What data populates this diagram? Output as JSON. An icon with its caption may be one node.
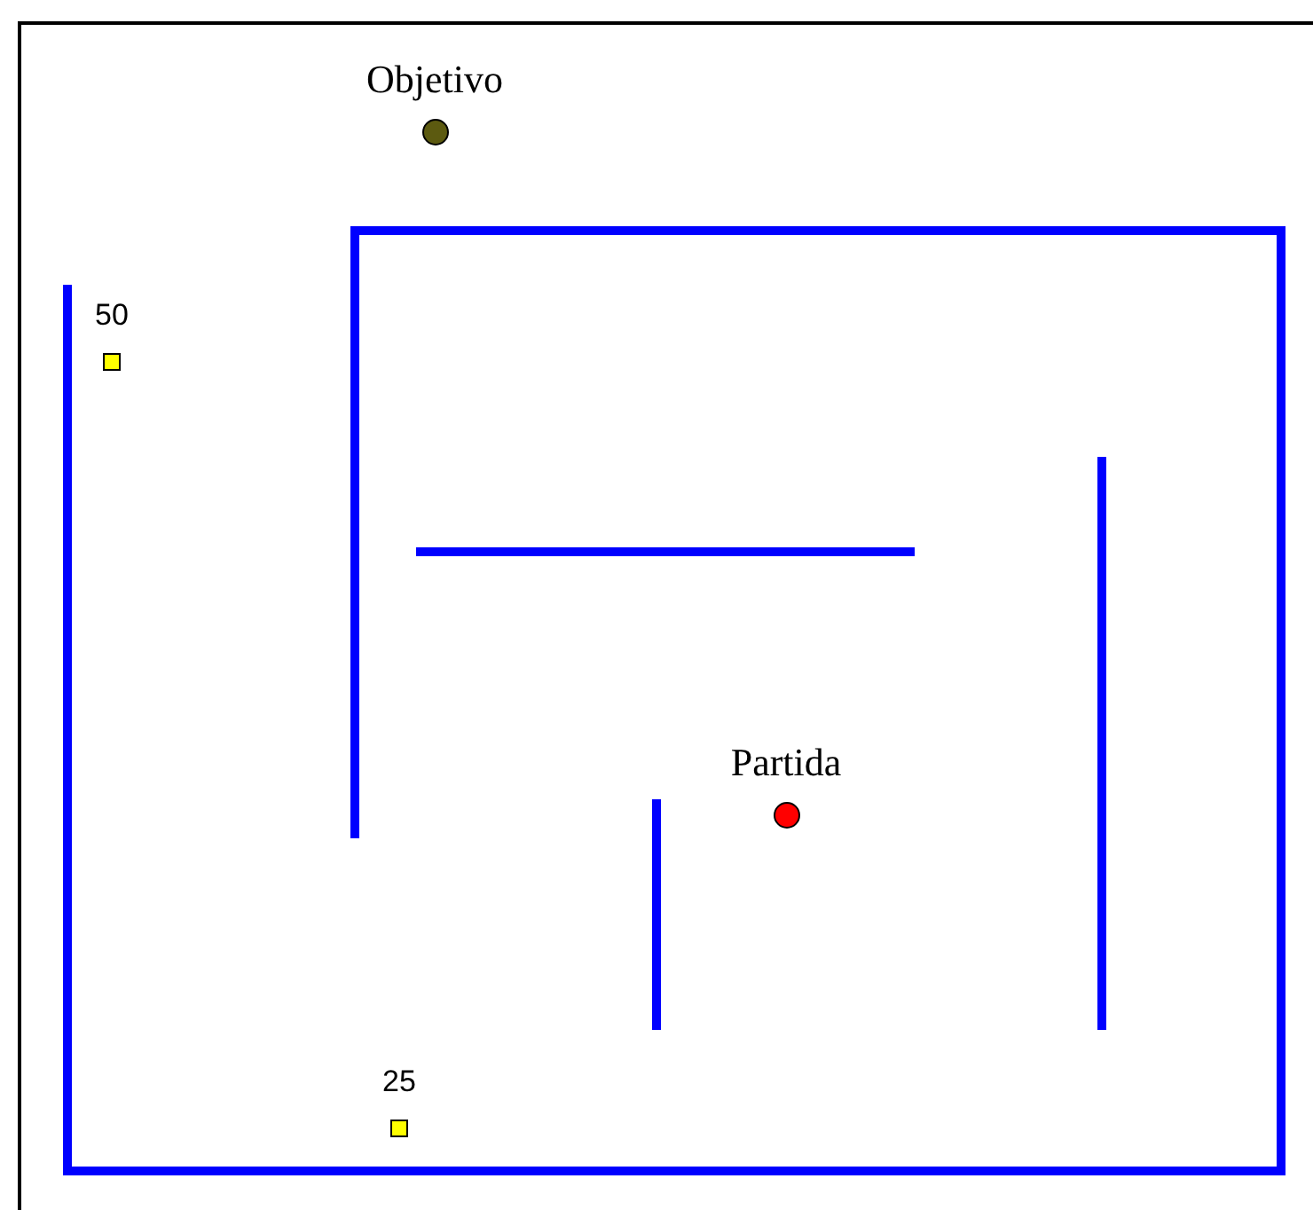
{
  "diagram": {
    "nodes": [
      {
        "text": [
          "Objetivo"
        ]
      },
      {
        "text": [
          "50"
        ]
      },
      {
        "text": [
          "Partida"
        ]
      },
      {
        "text": [
          "25"
        ]
      }
    ]
  }
}
